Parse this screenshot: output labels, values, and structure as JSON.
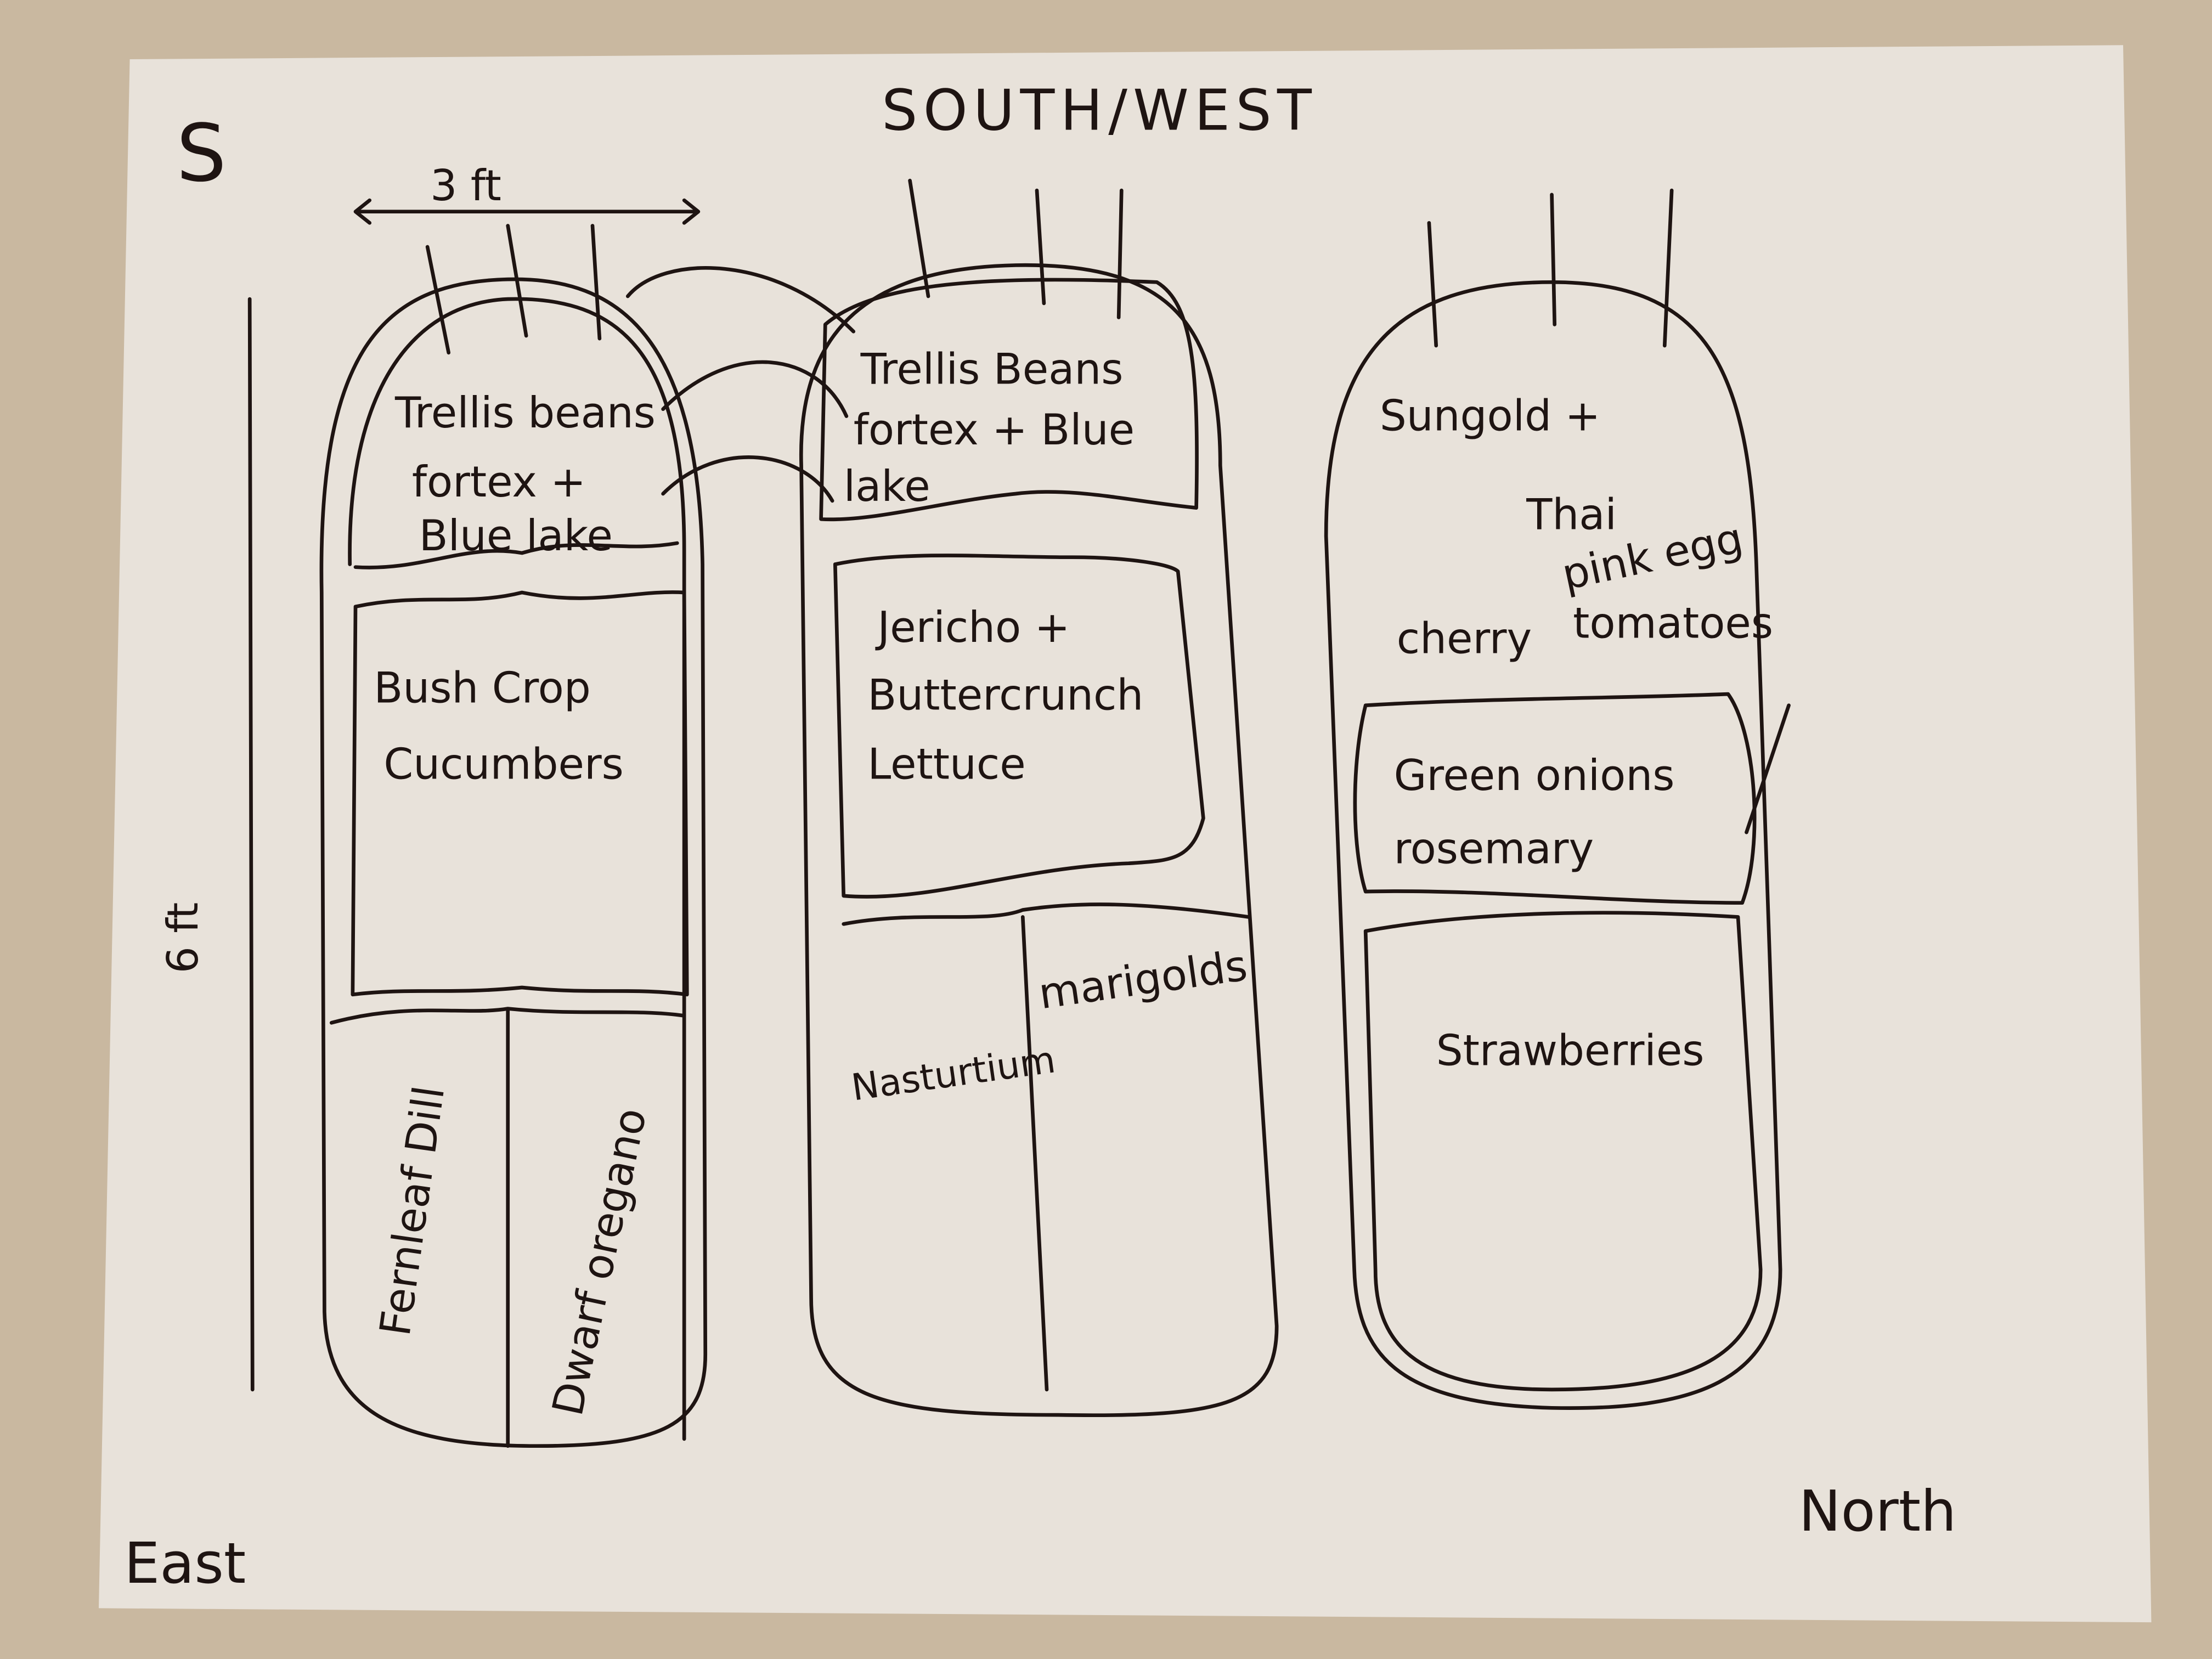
{
  "title": "SOUTH/WEST",
  "compass": {
    "top_left": "S",
    "bottom_left": "East",
    "bottom_right": "North"
  },
  "dimensions": {
    "width": "3 ft",
    "length": "6 ft"
  },
  "beds": [
    {
      "sections": [
        {
          "lines": [
            "Trellis beans",
            "fortex +",
            "Blue lake"
          ]
        },
        {
          "lines": [
            "Bush Crop",
            "Cucumbers"
          ]
        },
        {
          "lines": [
            "Fernleaf Dill"
          ]
        },
        {
          "lines": [
            "Dwarf oregano"
          ]
        }
      ]
    },
    {
      "sections": [
        {
          "lines": [
            "Trellis Beans",
            "fortex + Blue",
            "lake"
          ]
        },
        {
          "lines": [
            "Jericho +",
            "Buttercrunch",
            "Lettuce"
          ]
        },
        {
          "lines": [
            "Nasturtium"
          ]
        },
        {
          "lines": [
            "marigolds"
          ]
        }
      ]
    },
    {
      "sections": [
        {
          "lines": [
            "Sungold +",
            "Thai",
            "pink egg",
            "cherry",
            "tomatoes"
          ]
        },
        {
          "lines": [
            "Green onions",
            "rosemary"
          ]
        },
        {
          "lines": [
            "Strawberries"
          ]
        }
      ]
    }
  ],
  "colors": {
    "ink": "#1e1412",
    "paper": "#e8e2da",
    "counter": "#c9b8a0"
  }
}
